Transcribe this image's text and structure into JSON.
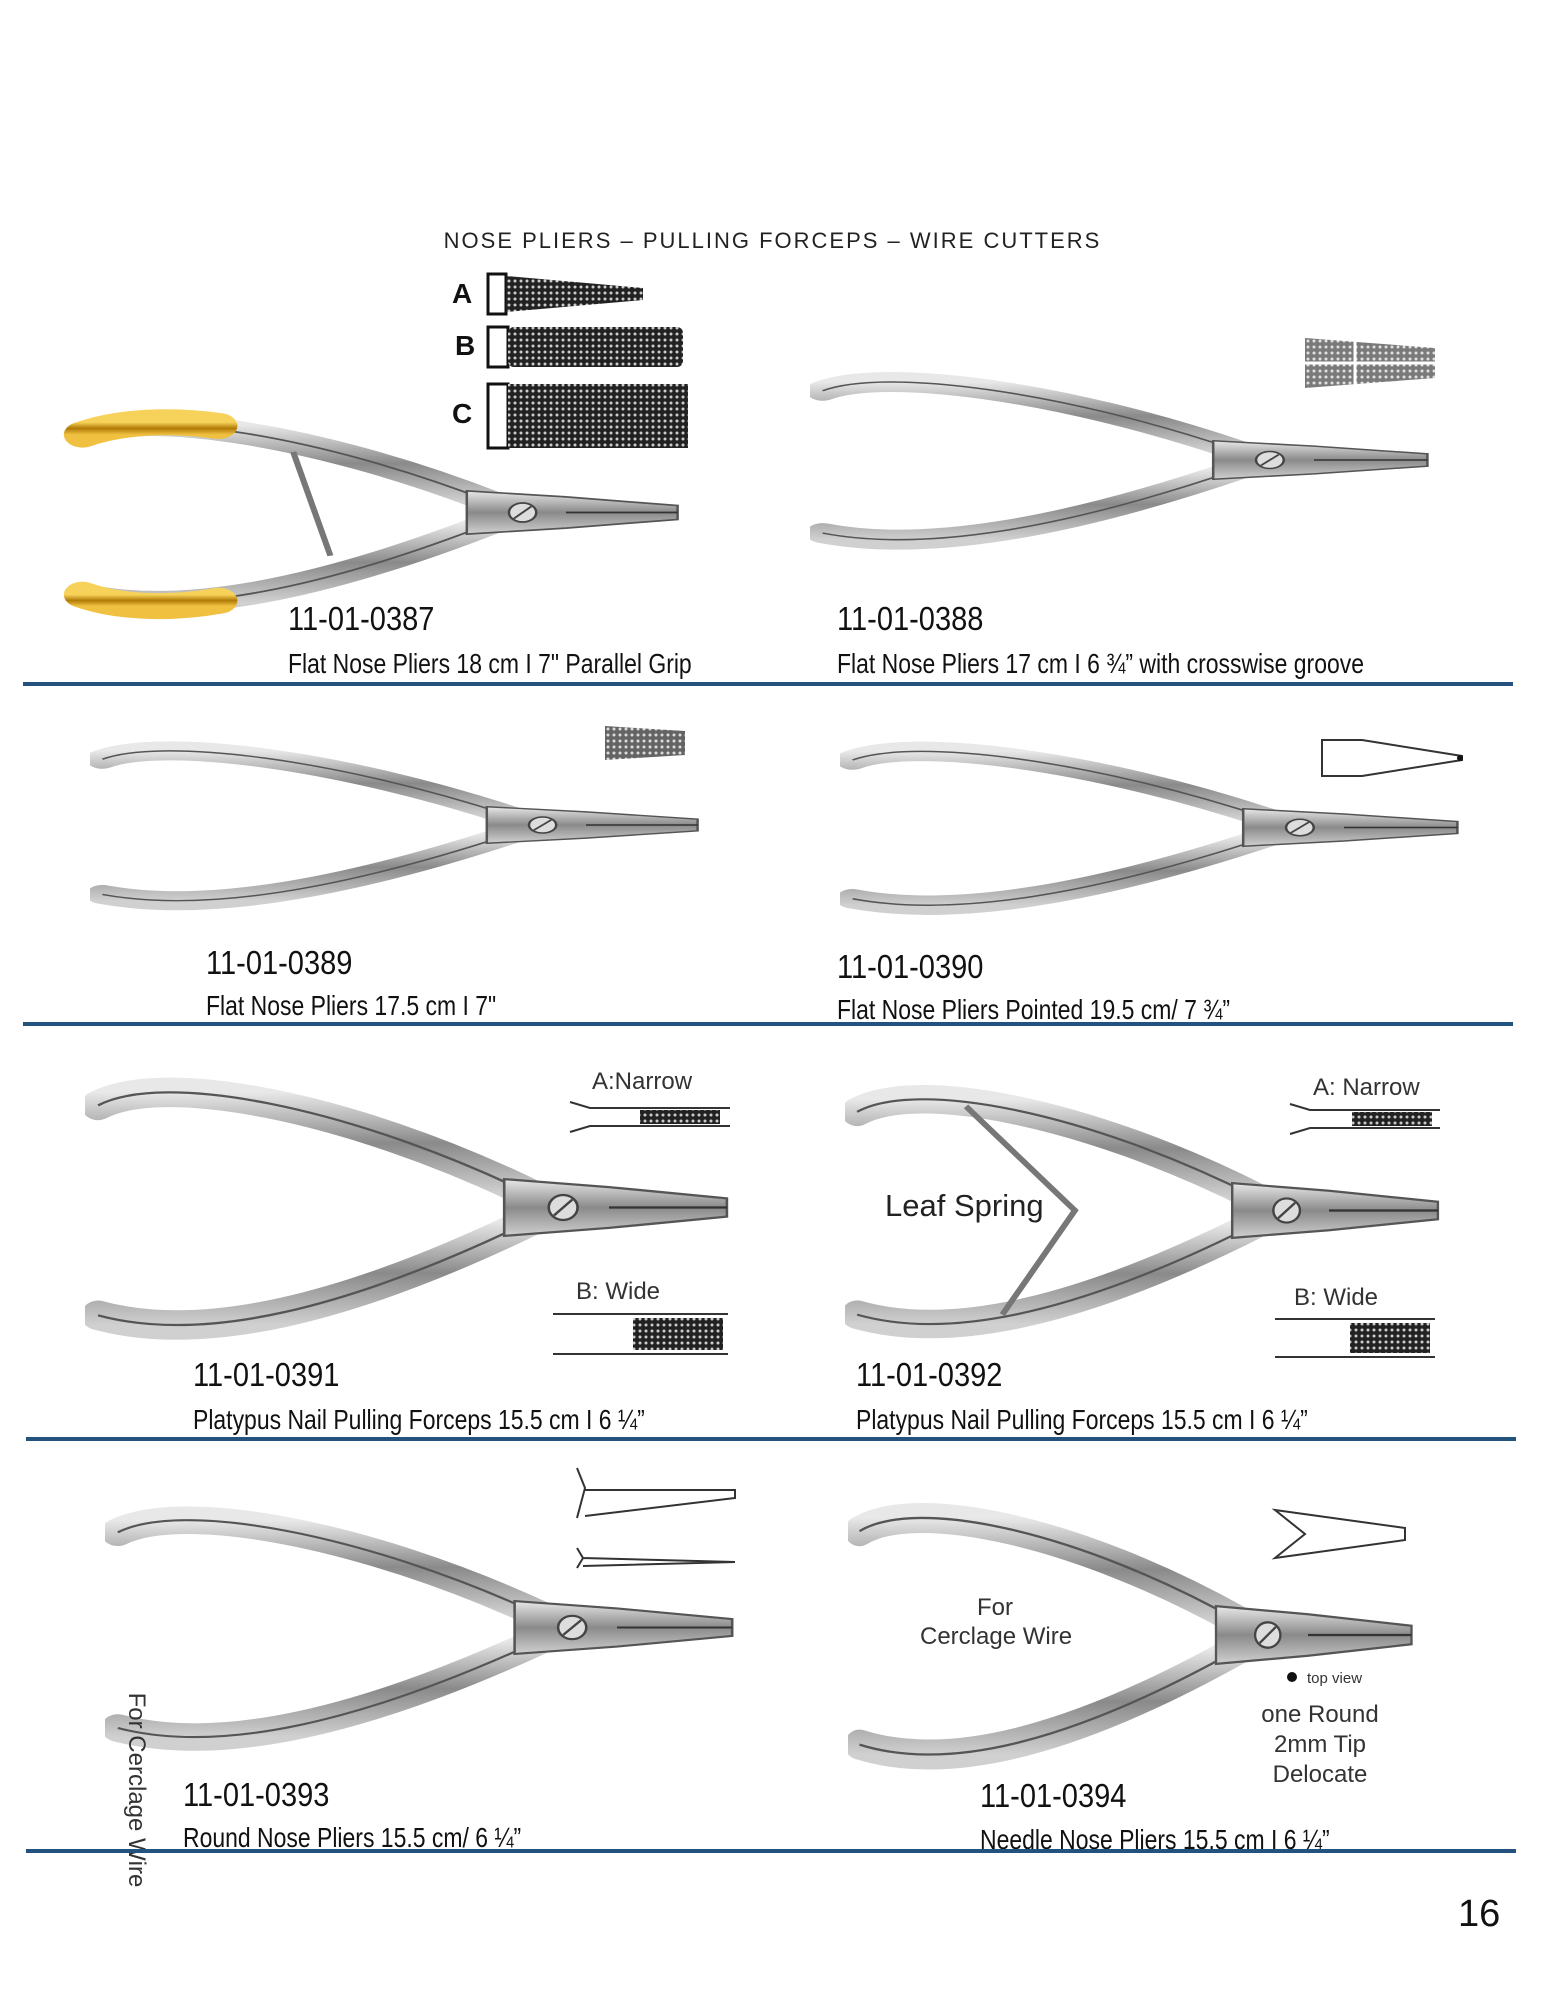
{
  "header": {
    "title": "NOSE PLIERS – PULLING FORCEPS – WIRE CUTTERS"
  },
  "products": [
    {
      "code": "11-01-0387",
      "description": "Flat Nose Pliers 18 cm I 7\" Parallel Grip",
      "jaw_labels": [
        "A",
        "B",
        "C"
      ]
    },
    {
      "code": "11-01-0388",
      "description": "Flat Nose Pliers 17 cm I 6 ¾” with crosswise groove"
    },
    {
      "code": "11-01-0389",
      "description": "Flat Nose Pliers 17.5 cm I 7\""
    },
    {
      "code": "11-01-0390",
      "description": "Flat Nose Pliers Pointed 19.5 cm/ 7 ¾”"
    },
    {
      "code": "11-01-0391",
      "description": "Platypus Nail Pulling Forceps 15.5 cm I 6 ¼”",
      "narrow_label": "A:Narrow",
      "wide_label": "B:  Wide"
    },
    {
      "code": "11-01-0392",
      "description": "Platypus Nail Pulling Forceps 15.5 cm I 6 ¼”",
      "narrow_label": "A: Narrow",
      "wide_label": "B: Wide",
      "spring_label": "Leaf Spring"
    },
    {
      "code": "11-01-0393",
      "description": "Round Nose Pliers 15.5 cm/ 6 ¼”",
      "note": "For Cerclage Wire"
    },
    {
      "code": "11-01-0394",
      "description": "Needle Nose Pliers 15.5 cm I 6 ¼”",
      "note_line1": "For",
      "note_line2": "Cerclage Wire",
      "top_view": "top view",
      "tip_line1": "one Round",
      "tip_line2": "2mm Tip",
      "tip_line3": "Delocate"
    }
  ],
  "footer": {
    "page_number": "16"
  },
  "colors": {
    "rule": "#24527f",
    "gold": "#d9a214"
  }
}
